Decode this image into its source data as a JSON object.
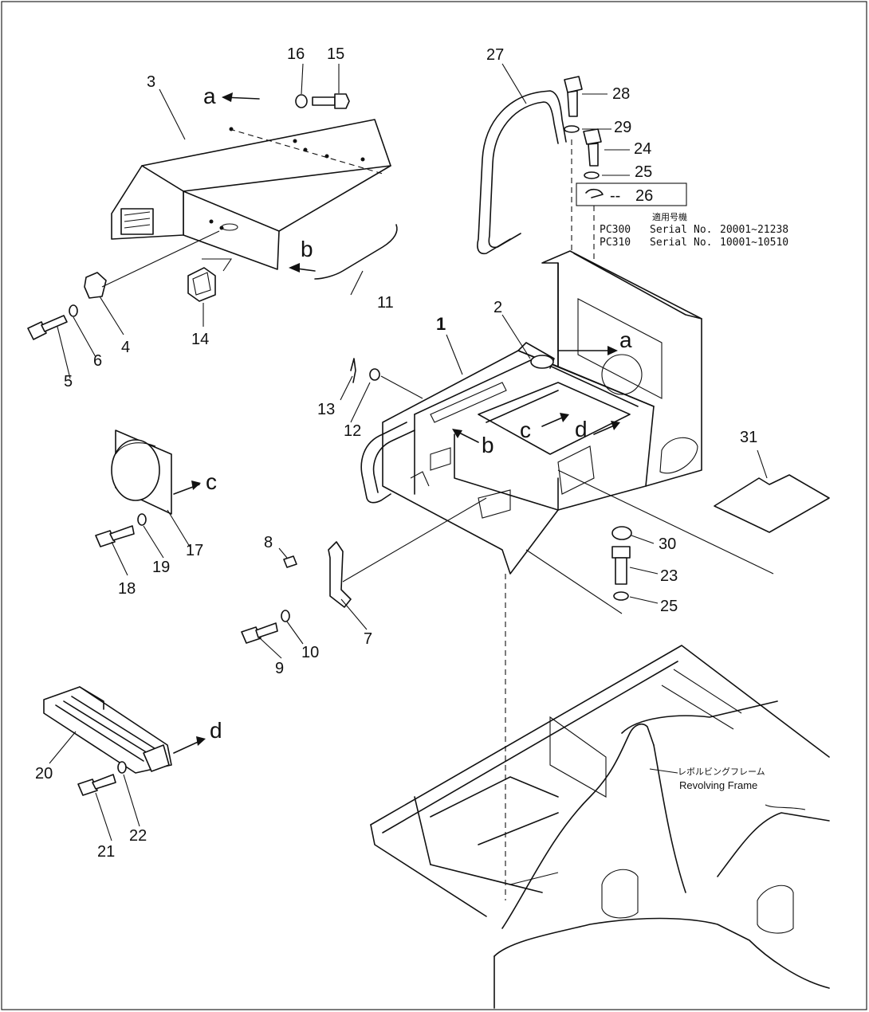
{
  "parts": [
    {
      "id": "1",
      "label": "1"
    },
    {
      "id": "2",
      "label": "2"
    },
    {
      "id": "3",
      "label": "3"
    },
    {
      "id": "4",
      "label": "4"
    },
    {
      "id": "5",
      "label": "5"
    },
    {
      "id": "6",
      "label": "6"
    },
    {
      "id": "7",
      "label": "7"
    },
    {
      "id": "8",
      "label": "8"
    },
    {
      "id": "9",
      "label": "9"
    },
    {
      "id": "10",
      "label": "10"
    },
    {
      "id": "11",
      "label": "11"
    },
    {
      "id": "12",
      "label": "12"
    },
    {
      "id": "13",
      "label": "13"
    },
    {
      "id": "14",
      "label": "14"
    },
    {
      "id": "15",
      "label": "15"
    },
    {
      "id": "16",
      "label": "16"
    },
    {
      "id": "17",
      "label": "17"
    },
    {
      "id": "18",
      "label": "18"
    },
    {
      "id": "19",
      "label": "19"
    },
    {
      "id": "20",
      "label": "20"
    },
    {
      "id": "21",
      "label": "21"
    },
    {
      "id": "22",
      "label": "22"
    },
    {
      "id": "23",
      "label": "23"
    },
    {
      "id": "24",
      "label": "24"
    },
    {
      "id": "25",
      "label": "25"
    },
    {
      "id": "26",
      "label": "26"
    },
    {
      "id": "27",
      "label": "27"
    },
    {
      "id": "28",
      "label": "28"
    },
    {
      "id": "29",
      "label": "29"
    },
    {
      "id": "30",
      "label": "30"
    },
    {
      "id": "31",
      "label": "31"
    }
  ],
  "reference_letters": {
    "a": "a",
    "b": "b",
    "c": "c",
    "d": "d"
  },
  "applicability_note": {
    "heading": "適用号機",
    "lines": [
      {
        "model": "PC300",
        "serial_label": "Serial",
        "no_label": "No.",
        "range": "20001~21238"
      },
      {
        "model": "PC310",
        "serial_label": "Serial",
        "no_label": "No.",
        "range": "10001~10510"
      }
    ]
  },
  "frame_label": {
    "japanese": "レボルビングフレーム",
    "english": "Revolving Frame"
  },
  "part_26_prefix": "--"
}
